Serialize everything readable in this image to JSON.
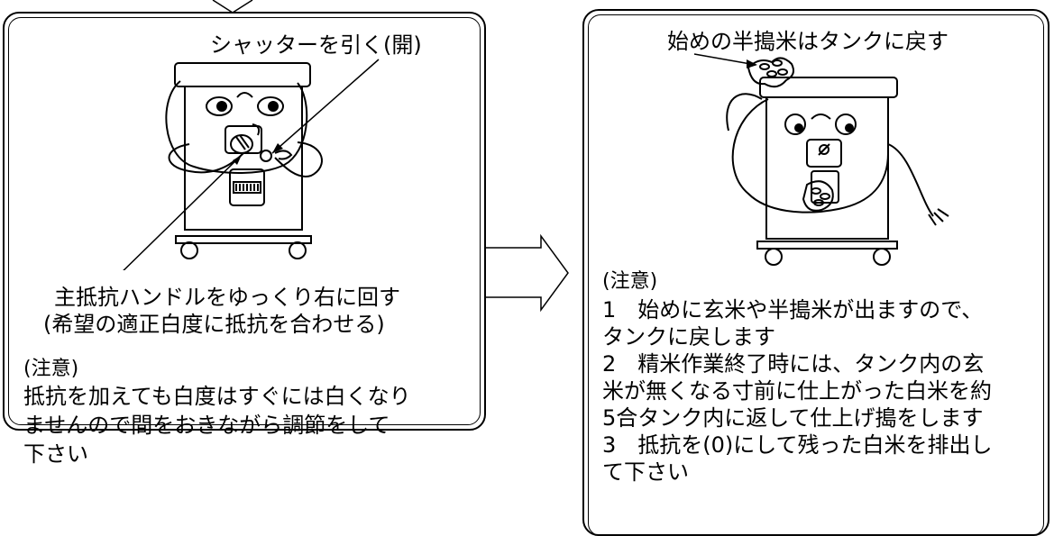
{
  "left_panel": {
    "shutter_label": "シャッターを引く(開)",
    "handle_label": "主抵抗ハンドルをゆっくり右に回す",
    "handle_sublabel": "(希望の適正白度に抵抗を合わせる)",
    "note_heading": "(注意)",
    "note_lines": [
      "抵抗を加えても白度はすぐには白くなり",
      "ませんので間をおきながら調節をして",
      "下さい"
    ]
  },
  "right_panel": {
    "return_label": "始めの半搗米はタンクに戻す",
    "note_heading": "(注意)",
    "note_lines": [
      "1　始めに玄米や半搗米が出ますので、",
      "タンクに戻します",
      "2　精米作業終了時には、タンク内の玄",
      "米が無くなる寸前に仕上がった白米を約",
      "5合タンク内に返して仕上げ搗をします",
      "3　抵抗を(0)にして残った白米を排出し",
      "て下さい"
    ]
  }
}
